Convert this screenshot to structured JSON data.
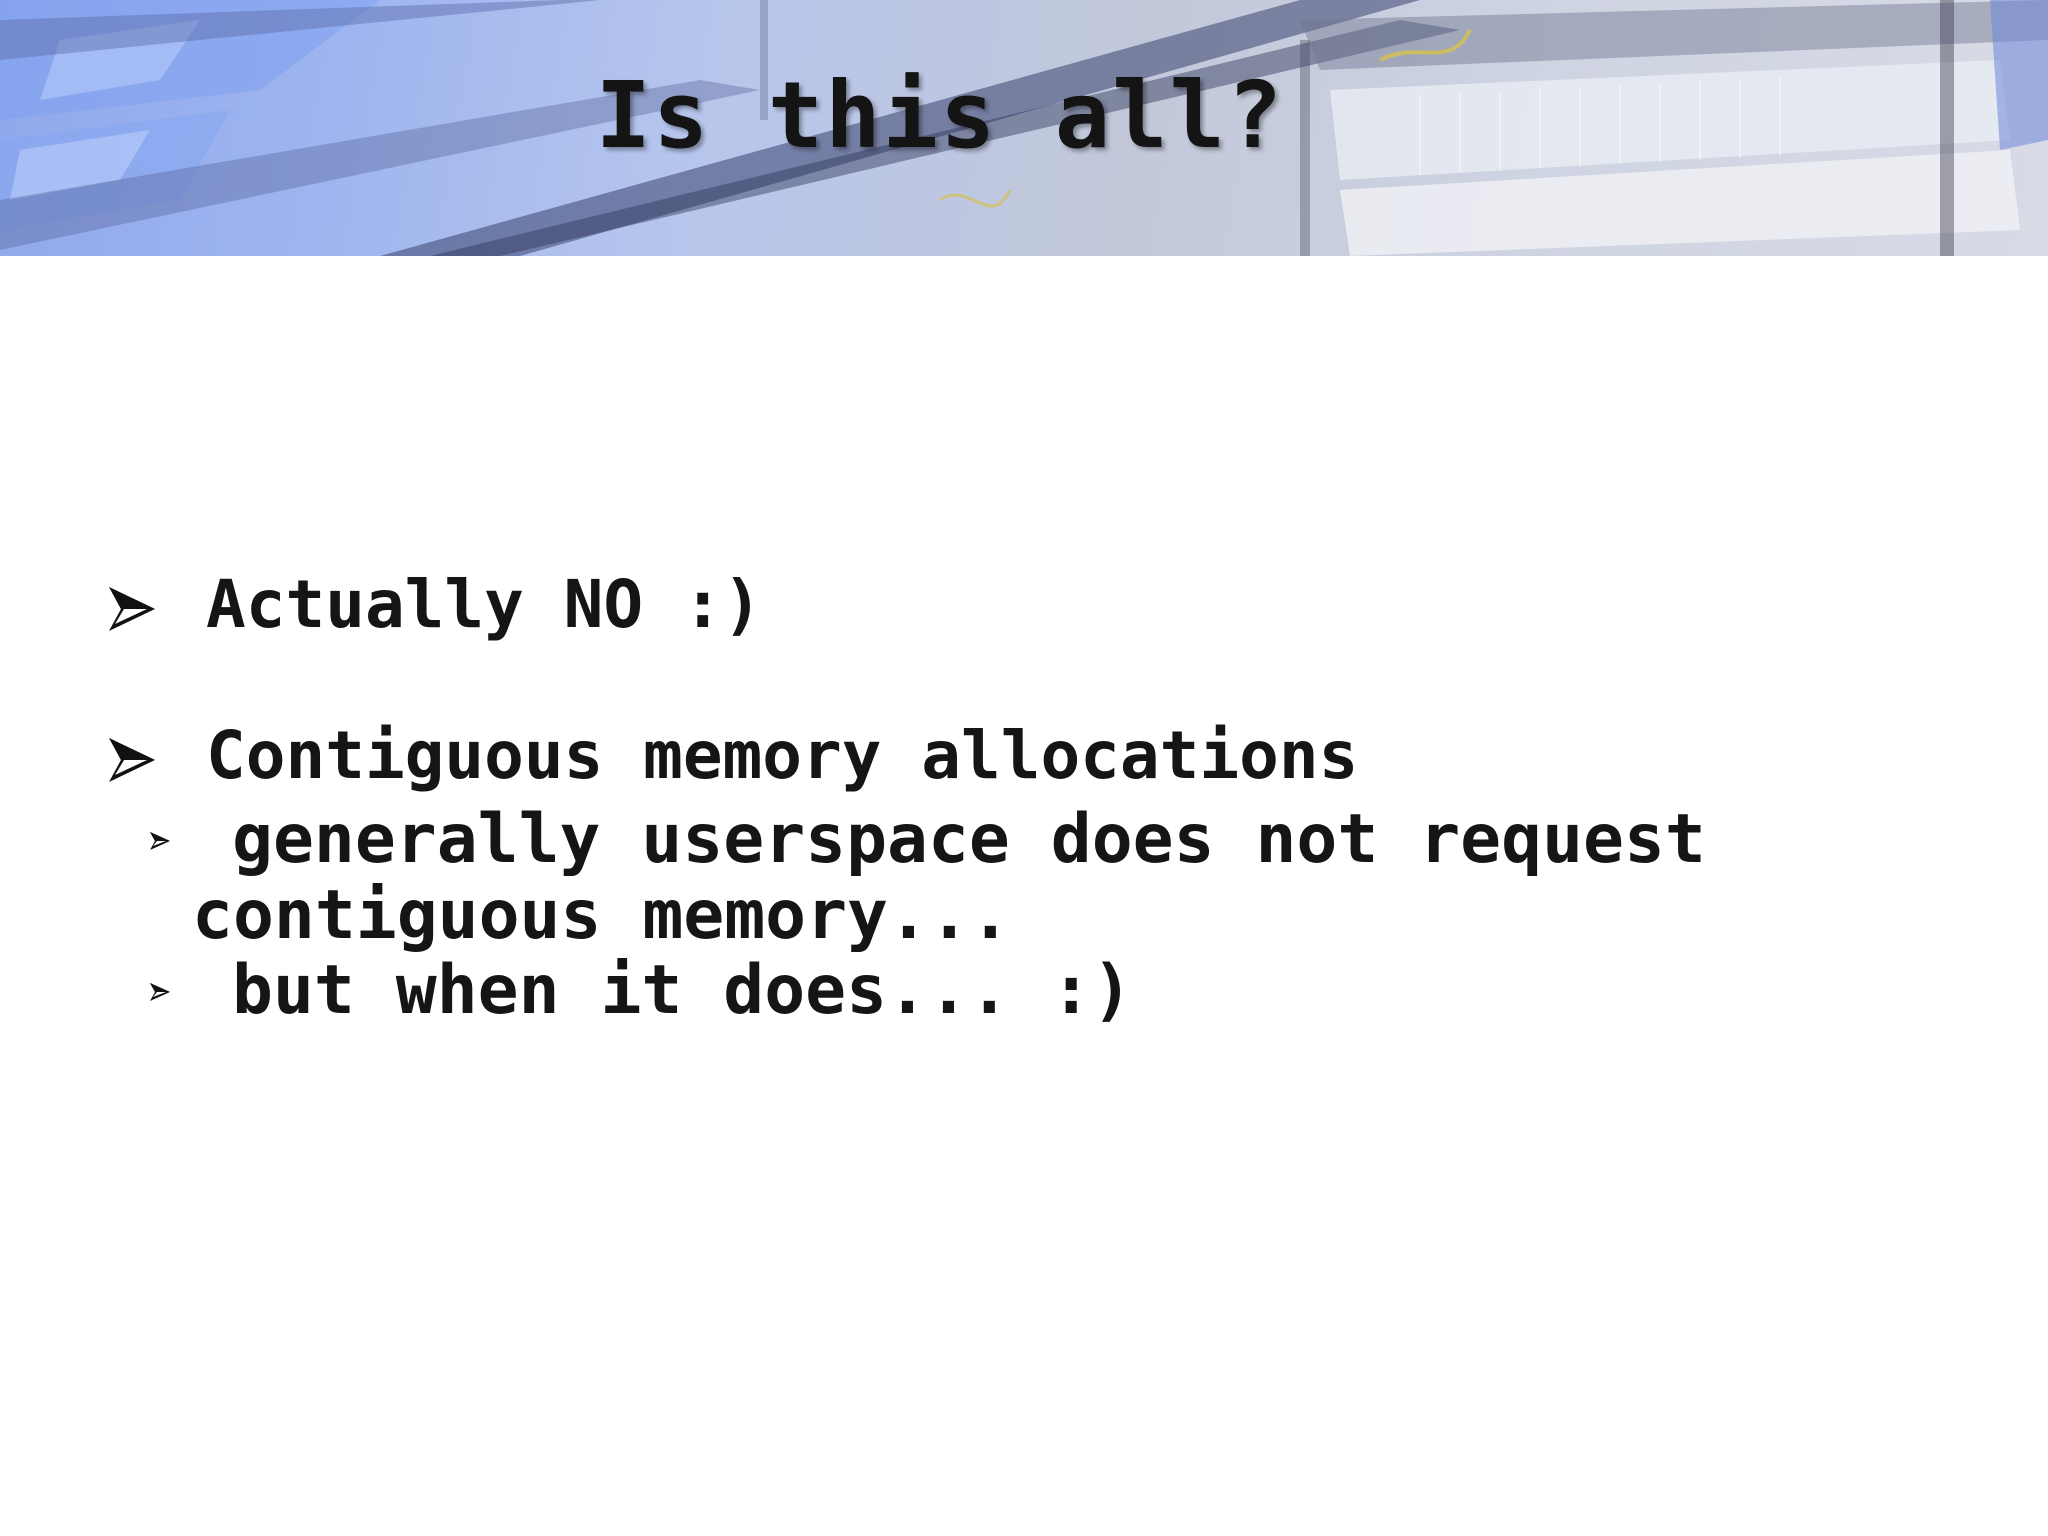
{
  "slide": {
    "title": "Is this all?",
    "bullets": [
      {
        "level": 1,
        "text": "Actually NO :)"
      },
      {
        "level": 1,
        "text": "Contiguous memory allocations"
      },
      {
        "level": 2,
        "text_line1": "generally userspace does not request",
        "text_line2": "contiguous memory..."
      },
      {
        "level": 2,
        "text": "but when it does... :)"
      }
    ]
  },
  "colors": {
    "banner_blue": "#8fa8ec",
    "banner_gray": "#d8dbe6",
    "text": "#151515",
    "background": "#ffffff"
  },
  "icons": {
    "level1_bullet": "arrowhead-bullet-icon",
    "level2_bullet": "small-arrowhead-bullet-icon"
  }
}
